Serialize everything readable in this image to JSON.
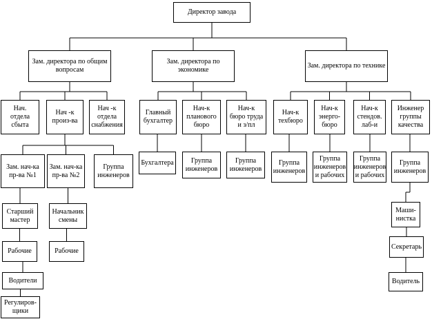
{
  "diagram": {
    "nodes": [
      {
        "id": "director",
        "label": "Директор завода"
      },
      {
        "id": "dep_general",
        "label": "Зам. директора по общим вопросам"
      },
      {
        "id": "dep_econ",
        "label": "Зам. директора по экономике"
      },
      {
        "id": "dep_tech",
        "label": "Зам. директора по технике"
      },
      {
        "id": "sales",
        "label": "Нач.\nотдела\nсбыта"
      },
      {
        "id": "production",
        "label": "Нач -к\nпроиз-ва"
      },
      {
        "id": "supply",
        "label": "Нач -к\nотдела\nснабжения"
      },
      {
        "id": "chief_acc",
        "label": "Главный\nбухгалтер"
      },
      {
        "id": "planning",
        "label": "Нач-к\nпланового\nбюро"
      },
      {
        "id": "labor",
        "label": "Нач-к\nбюро труда\nи з/пл"
      },
      {
        "id": "techbureau",
        "label": "Нач-к\nтехбюро"
      },
      {
        "id": "energy",
        "label": "Нач-к\nэнерго-\nбюро"
      },
      {
        "id": "stand",
        "label": "Нач-к\nстендов.\nлаб-и"
      },
      {
        "id": "quality",
        "label": "Инженер\nгруппы\nкачества"
      },
      {
        "id": "dep_prod1",
        "label": "Зам. нач-ка\nпр-ва №1"
      },
      {
        "id": "dep_prod2",
        "label": "Зам. нач-ка\nпр-ва №2"
      },
      {
        "id": "prod_eng",
        "label": "Группа\nинженеров"
      },
      {
        "id": "accounting",
        "label": "Бухгалтера"
      },
      {
        "id": "plan_eng",
        "label": "Группа\nинженеров"
      },
      {
        "id": "labor_eng",
        "label": "Группа\nинженеров"
      },
      {
        "id": "tech_eng",
        "label": "Группа\nинженеров"
      },
      {
        "id": "energy_grp",
        "label": "Группа\nинженеров\nи рабочих"
      },
      {
        "id": "stand_grp",
        "label": "Группа\nинженеров\nи рабочих"
      },
      {
        "id": "quality_eng",
        "label": "Группа\nинженеров"
      },
      {
        "id": "senior_master",
        "label": "Старший\nмастер"
      },
      {
        "id": "shift_head",
        "label": "Начальник\nсмены"
      },
      {
        "id": "typist",
        "label": "Маши-\nнистка"
      },
      {
        "id": "workers1",
        "label": "Рабочие"
      },
      {
        "id": "workers2",
        "label": "Рабочие"
      },
      {
        "id": "secretary",
        "label": "Секретарь"
      },
      {
        "id": "drivers",
        "label": "Водители"
      },
      {
        "id": "driver",
        "label": "Водитель"
      },
      {
        "id": "adjusters",
        "label": "Регулиров-\nщики"
      }
    ],
    "edges": [
      [
        "director",
        "dep_general"
      ],
      [
        "director",
        "dep_econ"
      ],
      [
        "director",
        "dep_tech"
      ],
      [
        "dep_general",
        "sales"
      ],
      [
        "dep_general",
        "production"
      ],
      [
        "dep_general",
        "supply"
      ],
      [
        "dep_econ",
        "chief_acc"
      ],
      [
        "dep_econ",
        "planning"
      ],
      [
        "dep_econ",
        "labor"
      ],
      [
        "dep_tech",
        "techbureau"
      ],
      [
        "dep_tech",
        "energy"
      ],
      [
        "dep_tech",
        "stand"
      ],
      [
        "dep_tech",
        "quality"
      ],
      [
        "production",
        "dep_prod1"
      ],
      [
        "production",
        "dep_prod2"
      ],
      [
        "production",
        "prod_eng"
      ],
      [
        "chief_acc",
        "accounting"
      ],
      [
        "planning",
        "plan_eng"
      ],
      [
        "labor",
        "labor_eng"
      ],
      [
        "techbureau",
        "tech_eng"
      ],
      [
        "energy",
        "energy_grp"
      ],
      [
        "stand",
        "stand_grp"
      ],
      [
        "quality",
        "quality_eng"
      ],
      [
        "dep_prod1",
        "senior_master"
      ],
      [
        "senior_master",
        "workers1"
      ],
      [
        "workers1",
        "drivers"
      ],
      [
        "drivers",
        "adjusters"
      ],
      [
        "dep_prod2",
        "shift_head"
      ],
      [
        "shift_head",
        "workers2"
      ],
      [
        "quality_eng",
        "typist"
      ],
      [
        "typist",
        "secretary"
      ],
      [
        "secretary",
        "driver"
      ]
    ]
  }
}
